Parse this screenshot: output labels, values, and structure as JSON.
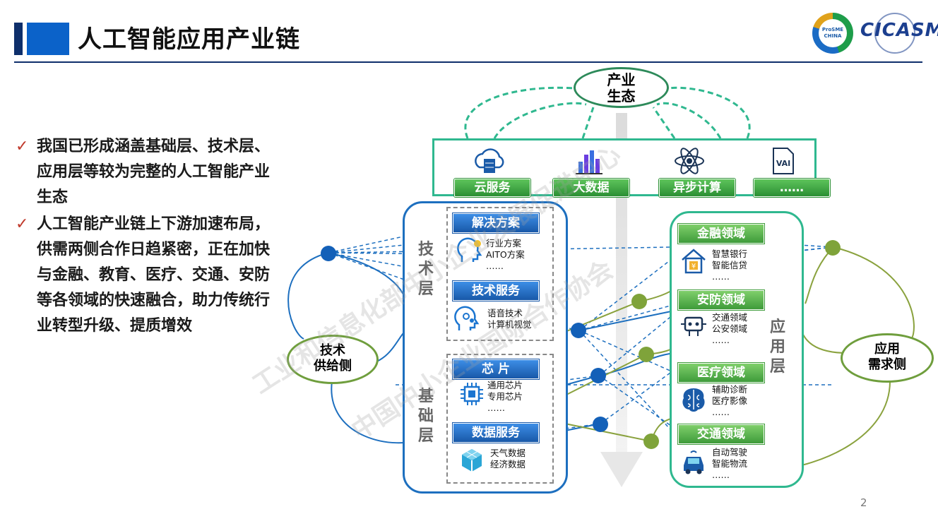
{
  "header": {
    "title": "人工智能应用产业链"
  },
  "logos": {
    "left_text": "ProSME CHINA",
    "right_text": "CICASME"
  },
  "bullets": [
    "我国已形成涵盖基础层、技术层、应用层等较为完整的人工智能产业生态",
    "人工智能产业链上下游加速布局，供需两侧合作日趋紧密，正在加快与金融、教育、医疗、交通、安防等各领域的快速融合，助力传统行业转型升级、提质增效"
  ],
  "check_mark": "✓",
  "diagram": {
    "ecosystem": "产业生态",
    "top_items": [
      "云服务",
      "大数据",
      "异步计算",
      "……"
    ],
    "supply_side": "技术\n供给侧",
    "demand_side": "应用\n需求侧",
    "tech_layer_label": "技术层",
    "base_layer_label": "基础层",
    "app_layer_label": "应用层",
    "tech_sections": [
      {
        "title": "解决方案",
        "lines": [
          "行业方案",
          "AITO方案",
          "……"
        ]
      },
      {
        "title": "技术服务",
        "lines": [
          "语音技术",
          "计算机视觉"
        ]
      },
      {
        "title": "芯  片",
        "lines": [
          "通用芯片",
          "专用芯片",
          "……"
        ]
      },
      {
        "title": "数据服务",
        "lines": [
          "天气数据",
          "经济数据"
        ]
      }
    ],
    "app_sections": [
      {
        "title": "金融领域",
        "lines": [
          "智慧银行",
          "智能信贷",
          "……"
        ]
      },
      {
        "title": "安防领域",
        "lines": [
          "交通领域",
          "公安领域",
          "……"
        ]
      },
      {
        "title": "医疗领域",
        "lines": [
          "辅助诊断",
          "医疗影像",
          "……"
        ]
      },
      {
        "title": "交通领域",
        "lines": [
          "自动驾驶",
          "智能物流",
          "……"
        ]
      }
    ]
  },
  "watermark": [
    "工业和信息化部中小企业发展促进中心",
    "中国中小企业国际合作协会"
  ],
  "page_number": "2",
  "colors": {
    "tech": "#1d6fbf",
    "app": "#2fb88f",
    "green_btn": "#3e9b3a",
    "blue_btn": "#1858a8"
  }
}
